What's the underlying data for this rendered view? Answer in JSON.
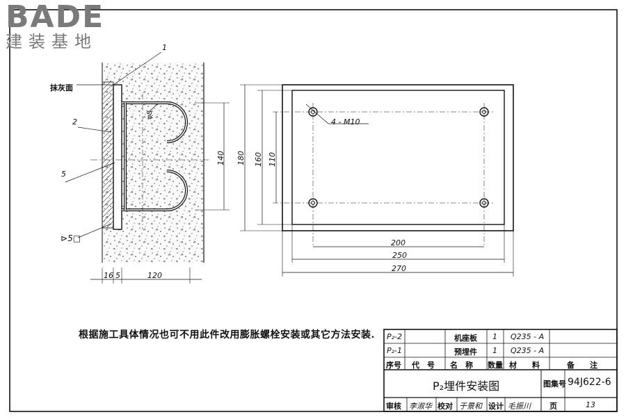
{
  "logo": {
    "brand": "BADE",
    "subtitle": "建装基地"
  },
  "drawing": {
    "callouts": {
      "c1": "1",
      "c2": "2",
      "plaster": "抹灰面",
      "c5": "5",
      "weld": "5"
    },
    "left_dims": {
      "d16": "16",
      "d5": "5",
      "d120": "120",
      "d140": "140"
    },
    "diameter": "φ8",
    "plate_dims": {
      "d180": "180",
      "d160": "160",
      "d110": "110",
      "d200": "200",
      "d250": "250",
      "d270": "270"
    },
    "bolt_label": "4 - M10"
  },
  "note": "根据施工具体情况也可不用此件改用膨胀螺栓安装或其它方法安装.",
  "title_block": {
    "rows": [
      {
        "code": "P₂-2",
        "name": "机座板",
        "qty": "1",
        "material": "Q235 - A",
        "remark": ""
      },
      {
        "code": "P₂-1",
        "name": "预埋件",
        "qty": "1",
        "material": "Q235 - A",
        "remark": ""
      }
    ],
    "headers": {
      "seq": "序号",
      "code": "代　号",
      "name": "名　称",
      "qty": "数量",
      "material": "材　　料",
      "remark": "备　　注"
    },
    "drawing_title": "P₂埋件安装图",
    "atlas_label": "图集号",
    "atlas_number": "94J622-6",
    "review_label": "审核",
    "review_sign": "李淑华",
    "check_label": "校对",
    "check_sign": "于景和",
    "design_label": "设计",
    "design_sign": "毛振川",
    "page_label": "页",
    "page_number": "13"
  }
}
